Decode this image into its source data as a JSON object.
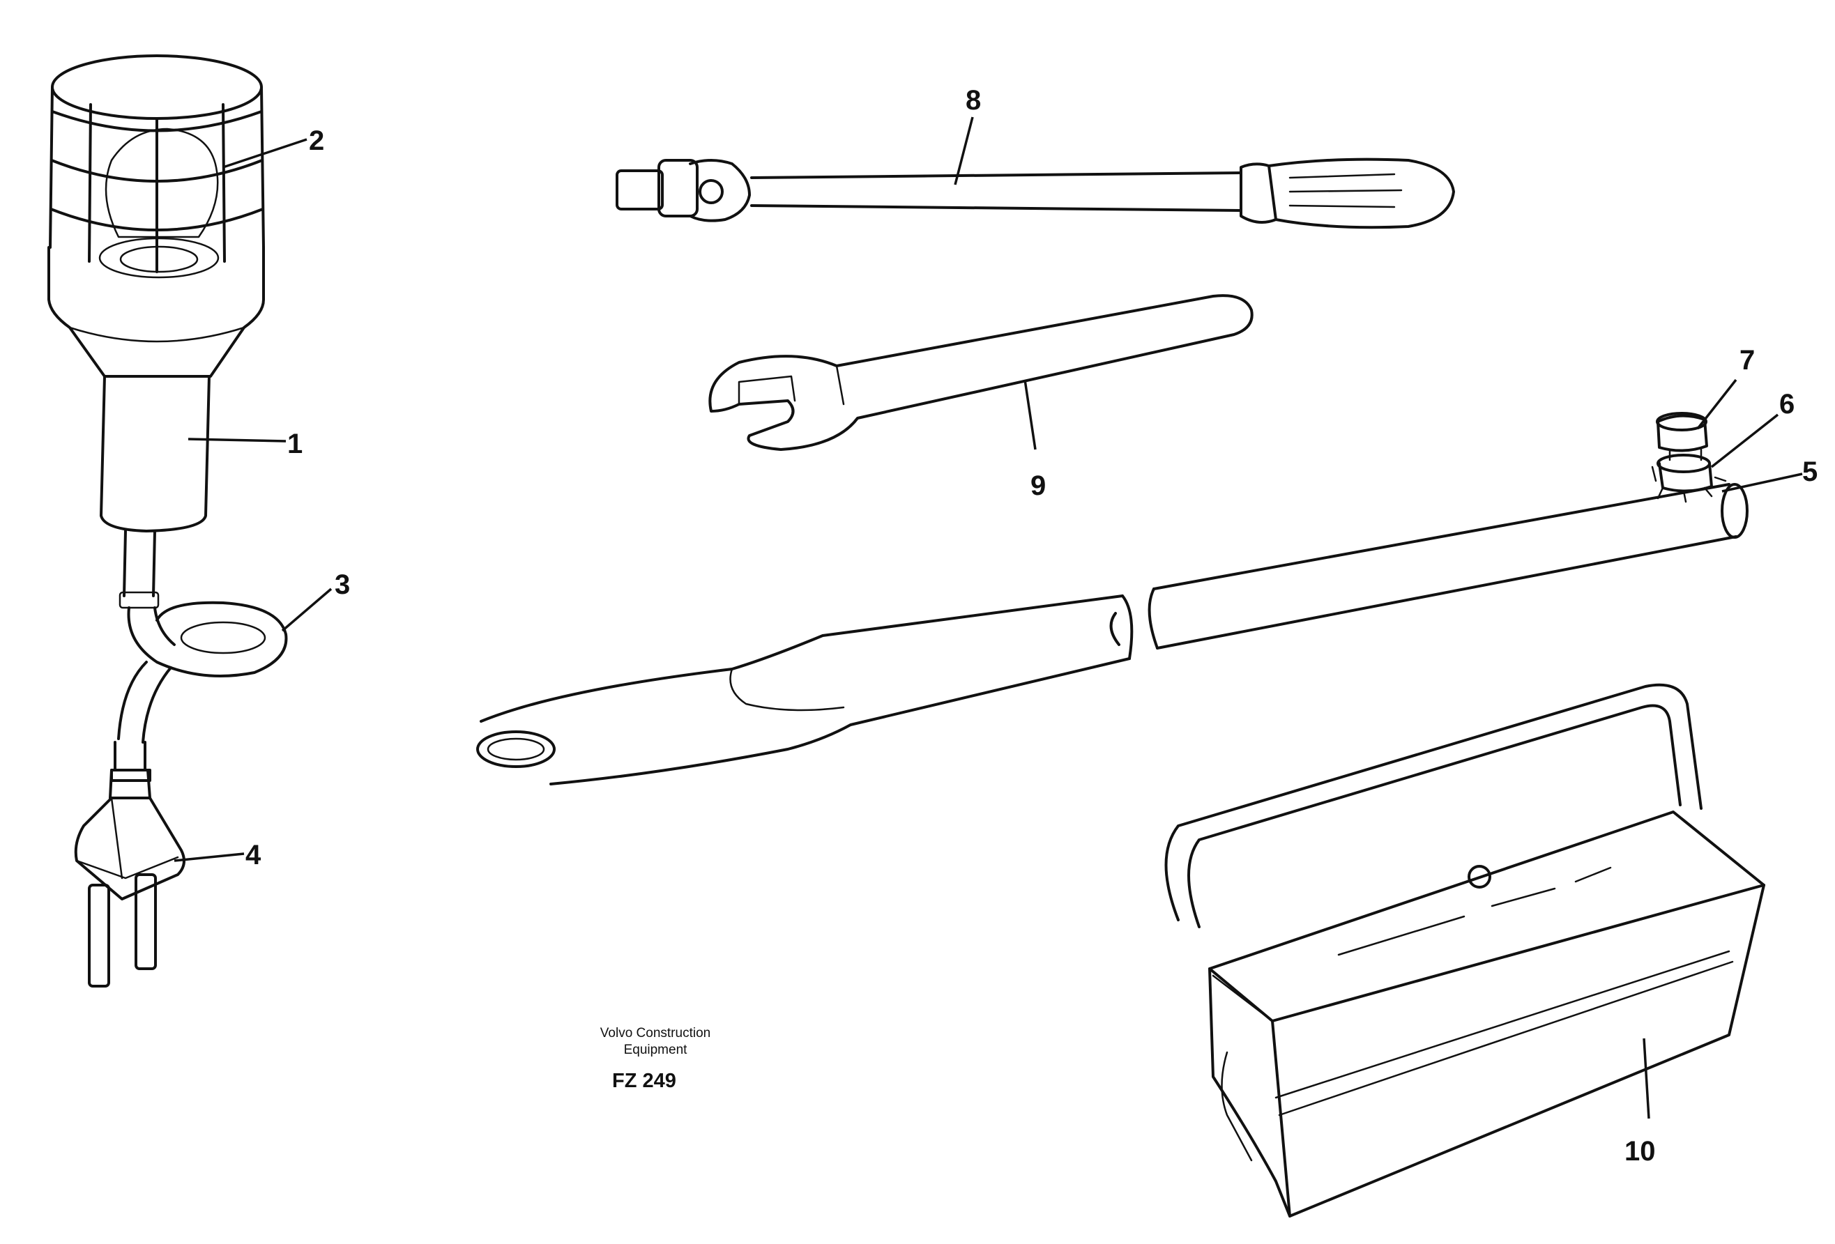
{
  "callouts": {
    "c1": "1",
    "c2": "2",
    "c3": "3",
    "c4": "4",
    "c5": "5",
    "c6": "6",
    "c7": "7",
    "c8": "8",
    "c9": "9",
    "c10": "10"
  },
  "caption": {
    "line1": "Volvo Construction",
    "line2": "Equipment",
    "code": "FZ 249"
  }
}
